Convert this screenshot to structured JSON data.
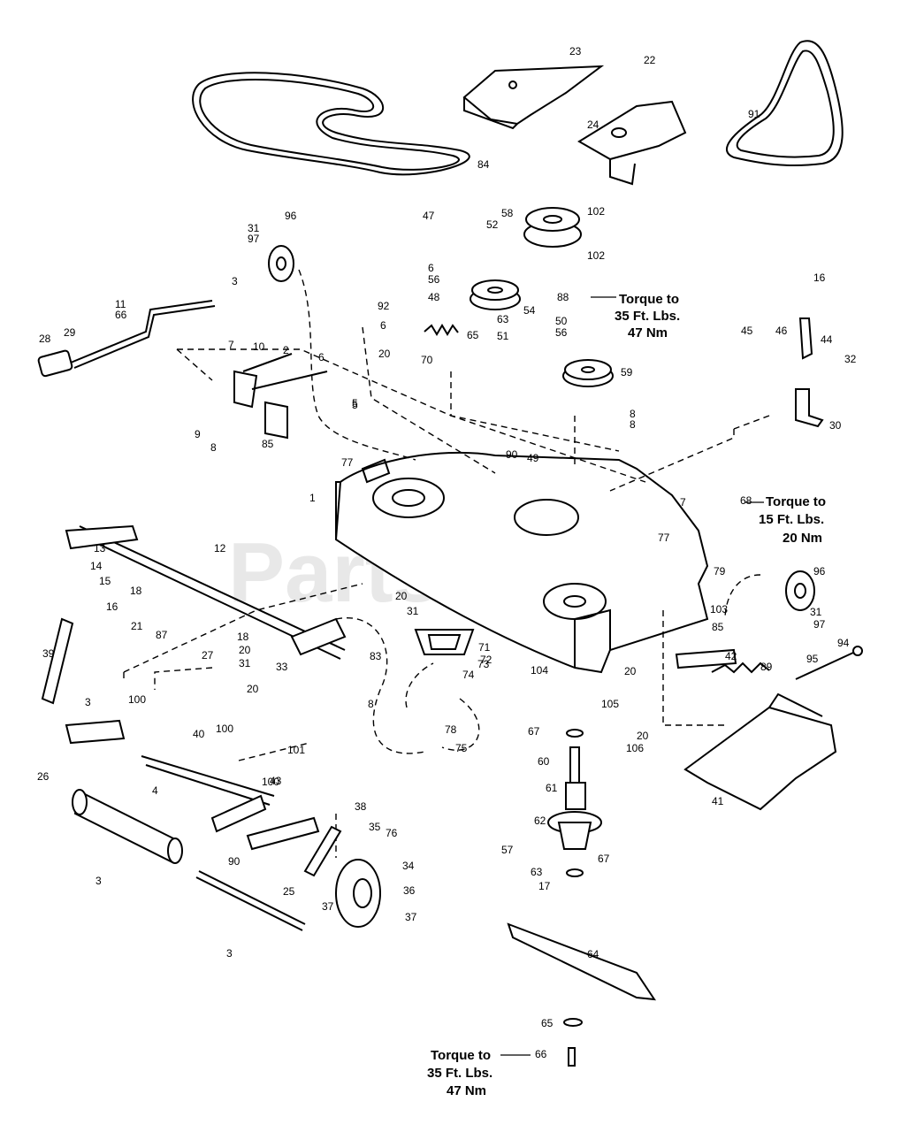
{
  "watermark": "PartsTree",
  "torque_notes": [
    {
      "line1": "Torque to",
      "line2": "35 Ft. Lbs.",
      "line3": "47 Nm"
    },
    {
      "line1": "Torque to",
      "line2": "15 Ft. Lbs.",
      "line3": "20 Nm"
    },
    {
      "line1": "Torque to",
      "line2": "35 Ft. Lbs.",
      "line3": "47 Nm"
    }
  ],
  "callouts": [
    "23",
    "22",
    "24",
    "91",
    "84",
    "102",
    "58",
    "102",
    "31",
    "97",
    "96",
    "47",
    "52",
    "6",
    "56",
    "48",
    "54",
    "88",
    "3",
    "11",
    "66",
    "28",
    "29",
    "7",
    "10",
    "2",
    "6",
    "92",
    "20",
    "70",
    "65",
    "63",
    "51",
    "50",
    "56",
    "59",
    "5",
    "6",
    "9",
    "8",
    "85",
    "5",
    "8",
    "8",
    "16",
    "45",
    "46",
    "44",
    "32",
    "30",
    "77",
    "90",
    "49",
    "1",
    "7",
    "77",
    "68",
    "20",
    "12",
    "13",
    "14",
    "15",
    "16",
    "18",
    "21",
    "87",
    "18",
    "20",
    "27",
    "31",
    "20",
    "33",
    "83",
    "8",
    "31",
    "71",
    "73",
    "74",
    "72",
    "75",
    "78",
    "79",
    "96",
    "103",
    "31",
    "97",
    "104",
    "85",
    "42",
    "89",
    "94",
    "95",
    "20",
    "105",
    "20",
    "106",
    "39",
    "3",
    "100",
    "40",
    "100",
    "101",
    "43",
    "26",
    "4",
    "3",
    "90",
    "100",
    "38",
    "35",
    "76",
    "34",
    "36",
    "37",
    "37",
    "25",
    "3",
    "67",
    "60",
    "61",
    "62",
    "57",
    "67",
    "63",
    "17",
    "41",
    "64",
    "65",
    "66"
  ]
}
